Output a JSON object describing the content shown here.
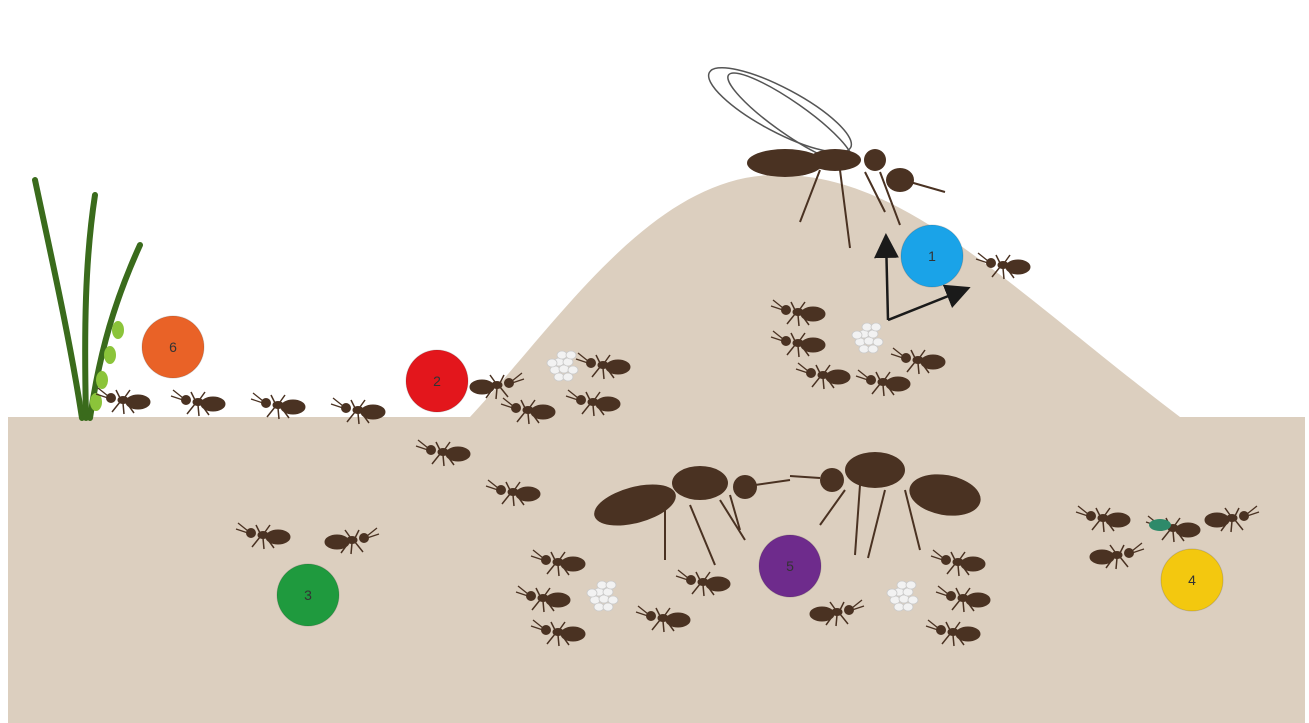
{
  "diagram": {
    "background_color": "#ffffff",
    "soil_color": "#dccfbf",
    "ant_color": "#4a3222",
    "egg_color": "#f2f2f2",
    "grass_color": "#3a6b1c",
    "grass_bud_color": "#8bc43a",
    "arrow_color": "#1a1a1a",
    "markers": [
      {
        "label": "1",
        "color": "#1aa3e8"
      },
      {
        "label": "2",
        "color": "#e3161c"
      },
      {
        "label": "3",
        "color": "#1f9a3e"
      },
      {
        "label": "4",
        "color": "#f3c80f"
      },
      {
        "label": "5",
        "color": "#6e2b8c"
      },
      {
        "label": "6",
        "color": "#e96227"
      }
    ]
  }
}
